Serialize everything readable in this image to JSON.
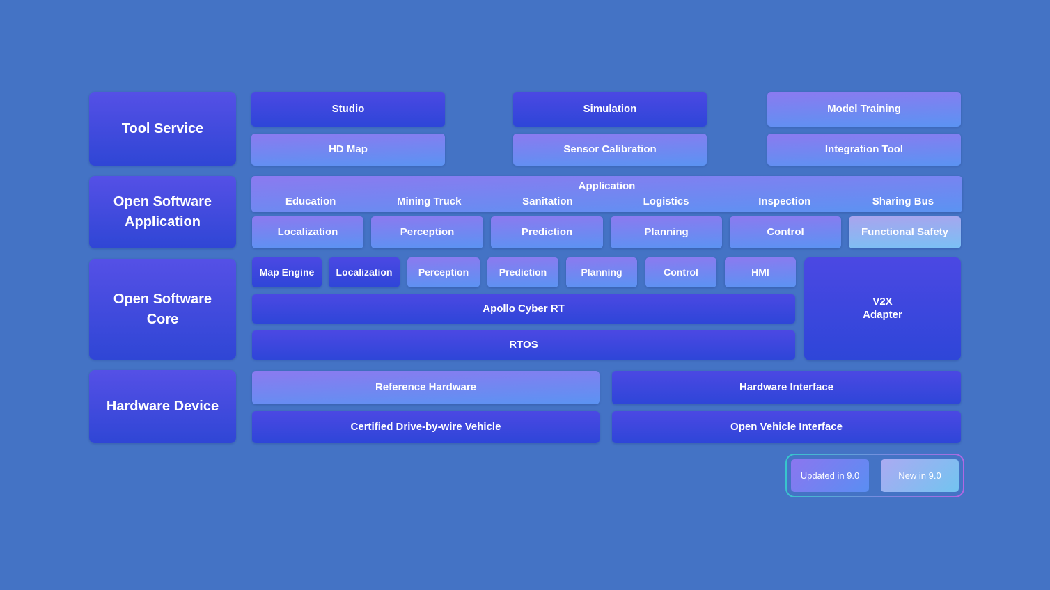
{
  "diagram": {
    "background": "#4473c5",
    "styles": {
      "base_top": "#4b48e3",
      "base_bottom": "#2e46d8",
      "category_top": "#5550e6",
      "category_bottom": "#2f46d5",
      "updated_top": "#8b7af0",
      "updated_bottom": "#5b93f2",
      "new_top": "#a9a4ee",
      "new_bottom": "#7ac0f4",
      "legend_border_start": "#35c8cc",
      "legend_border_end": "#b266e2",
      "text_color": "#ffffff"
    },
    "categories": [
      {
        "label": "Tool Service"
      },
      {
        "label": "Open Software Application"
      },
      {
        "label": "Open Software Core"
      },
      {
        "label": "Hardware Device"
      }
    ],
    "tool_service": {
      "studio": "Studio",
      "hd_map": "HD Map",
      "simulation": "Simulation",
      "sensor_calibration": "Sensor Calibration",
      "model_training": "Model Training",
      "integration_tool": "Integration Tool"
    },
    "application_layer": {
      "title": "Application",
      "domains": [
        "Education",
        "Mining Truck",
        "Sanitation",
        "Logistics",
        "Inspection",
        "Sharing Bus"
      ],
      "modules": [
        "Localization",
        "Perception",
        "Prediction",
        "Planning",
        "Control",
        "Functional Safety"
      ]
    },
    "core_layer": {
      "modules": [
        "Map Engine",
        "Localization",
        "Perception",
        "Prediction",
        "Planning",
        "Control",
        "HMI"
      ],
      "cyber_rt": "Apollo Cyber RT",
      "rtos": "RTOS",
      "v2x_line1": "V2X",
      "v2x_line2": "Adapter"
    },
    "hardware_layer": {
      "reference_hardware": "Reference Hardware",
      "certified_vehicle": "Certified Drive-by-wire Vehicle",
      "hardware_interface": "Hardware Interface",
      "open_vehicle_interface": "Open Vehicle Interface"
    },
    "legend": {
      "updated": "Updated in 9.0",
      "new": "New in 9.0"
    }
  }
}
